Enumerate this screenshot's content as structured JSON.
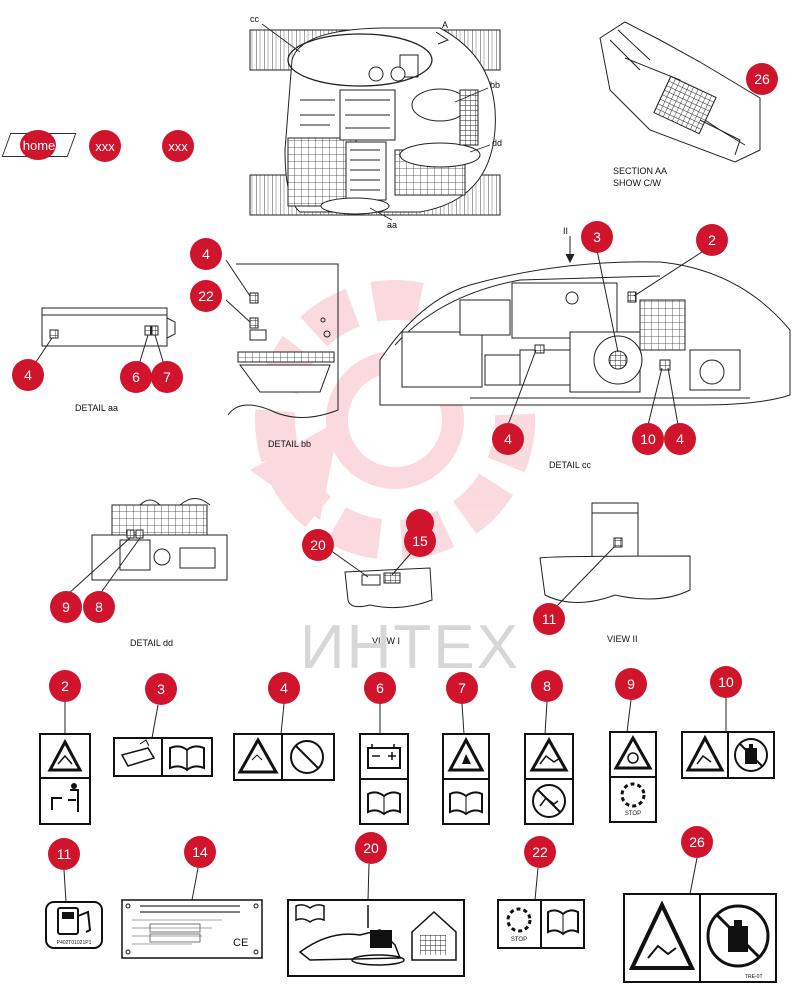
{
  "nav": {
    "home": "home",
    "btn1": "xxx",
    "btn2": "xxx"
  },
  "watermark": "ИНТЕХ",
  "views": {
    "section_aa_line1": "SECTION AA",
    "section_aa_line2": "SHOW C/W",
    "detail_aa": "DETAIL aa",
    "detail_bb": "DETAIL bb",
    "detail_cc": "DETAIL cc",
    "detail_dd": "DETAIL dd",
    "view_i": "VIEW I",
    "view_ii": "VIEW II"
  },
  "topview": {
    "cc": "cc",
    "bb": "bb",
    "dd": "dd",
    "aa": "aa",
    "A": "A"
  },
  "arrow_ii": "II",
  "callouts": {
    "c26": "26",
    "dbb_4": "4",
    "dbb_22": "22",
    "dcc_3": "3",
    "dcc_2": "2",
    "dcc_4a": "4",
    "dcc_10": "10",
    "dcc_4b": "4",
    "daa_4": "4",
    "daa_6": "6",
    "daa_7": "7",
    "ddd_9": "9",
    "ddd_8": "8",
    "vi_20": "20",
    "vi_15": "15",
    "vii_11": "11"
  },
  "decals": {
    "d2": "2",
    "d3": "3",
    "d4": "4",
    "d6": "6",
    "d7": "7",
    "d8": "8",
    "d9": "9",
    "d10": "10",
    "d11": "11",
    "d14": "14",
    "d20": "20",
    "d22": "22",
    "d26": "26"
  },
  "decal_text": {
    "stop": "STOP",
    "fuel_code": "P402T01021P1",
    "ce": "CE",
    "d26_code": "TRE-0T"
  },
  "colors": {
    "callout": "#d0142c",
    "line": "#222222",
    "watermark": "#d7d7d7"
  }
}
